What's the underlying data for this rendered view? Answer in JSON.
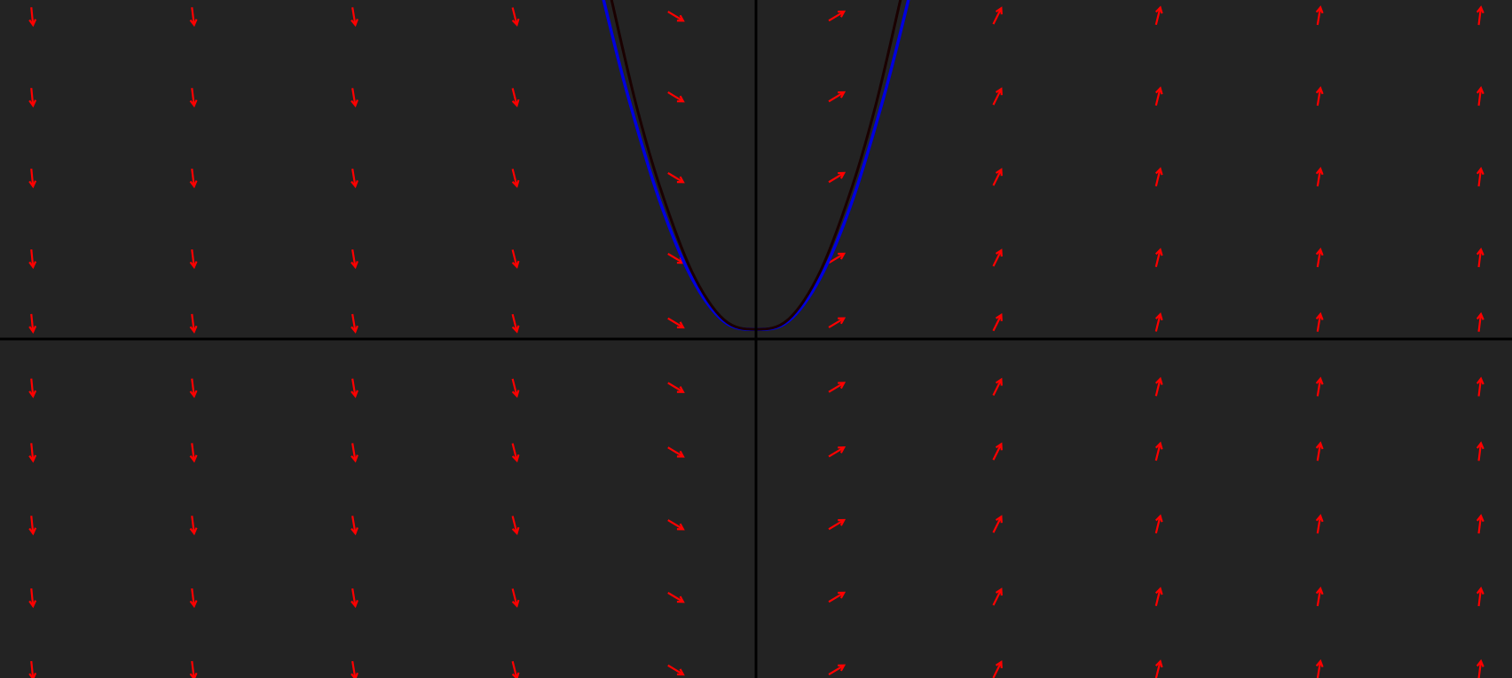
{
  "chart_data": {
    "type": "line",
    "title": "",
    "xlabel": "",
    "ylabel": "",
    "xlim": [
      -4.7,
      4.7
    ],
    "ylim": [
      -2.1,
      2.1
    ],
    "grid": false,
    "axes_visible": true,
    "tick_labels": false,
    "slope_field": {
      "x_values": [
        -4.5,
        -3.5,
        -2.5,
        -1.5,
        -0.5,
        0.5,
        1.5,
        2.5,
        3.5,
        4.5
      ],
      "y_values": [
        2.0,
        1.5,
        1.0,
        0.5,
        0.1,
        -0.3,
        -0.7,
        -1.15,
        -1.6,
        -2.05
      ],
      "slopes_by_x": [
        -10,
        -8,
        -6,
        -4,
        -0.6,
        0.6,
        2,
        4,
        6,
        8
      ],
      "color": "#ff0000"
    },
    "series": [
      {
        "style": "curve",
        "color": "#0000dd",
        "x": [
          -0.95,
          -0.8,
          -0.6,
          -0.4,
          -0.2,
          0.0,
          0.2,
          0.4,
          0.6,
          0.8,
          0.95
        ],
        "y": [
          2.11,
          1.52,
          0.86,
          0.38,
          0.11,
          0.06,
          0.11,
          0.38,
          0.86,
          1.52,
          2.11
        ]
      },
      {
        "style": "curve",
        "color": "#1a0000",
        "x": [
          -0.9,
          -0.75,
          -0.6,
          -0.4,
          -0.2,
          0.0,
          0.2,
          0.4,
          0.6,
          0.75,
          0.9
        ],
        "y": [
          2.11,
          1.47,
          0.95,
          0.42,
          0.12,
          0.06,
          0.12,
          0.42,
          0.95,
          1.47,
          2.11
        ]
      }
    ],
    "colors": {
      "background": "#232323",
      "axes": "#000000"
    }
  }
}
